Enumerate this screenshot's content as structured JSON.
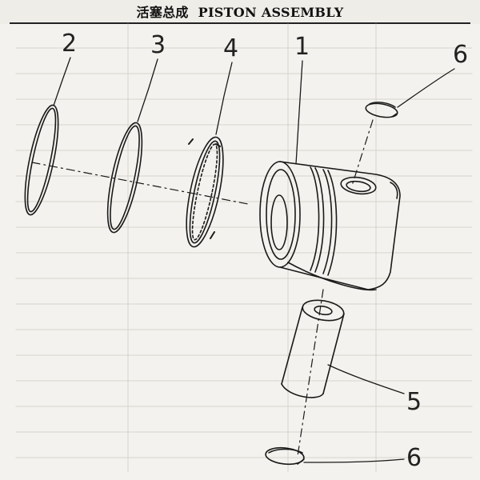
{
  "header": {
    "title_cn": "活塞总成",
    "title_en": "PISTON ASSEMBLY"
  },
  "callouts": {
    "piston": "1",
    "ring_1": "2",
    "ring_2": "3",
    "oil_ring": "4",
    "piston_pin": "5",
    "snap_ring_top": "6",
    "snap_ring_bottom": "6"
  },
  "colors": {
    "line": "#1a1a1a",
    "paper": "#f3f2ee",
    "ghost": "#c9c7c0"
  }
}
